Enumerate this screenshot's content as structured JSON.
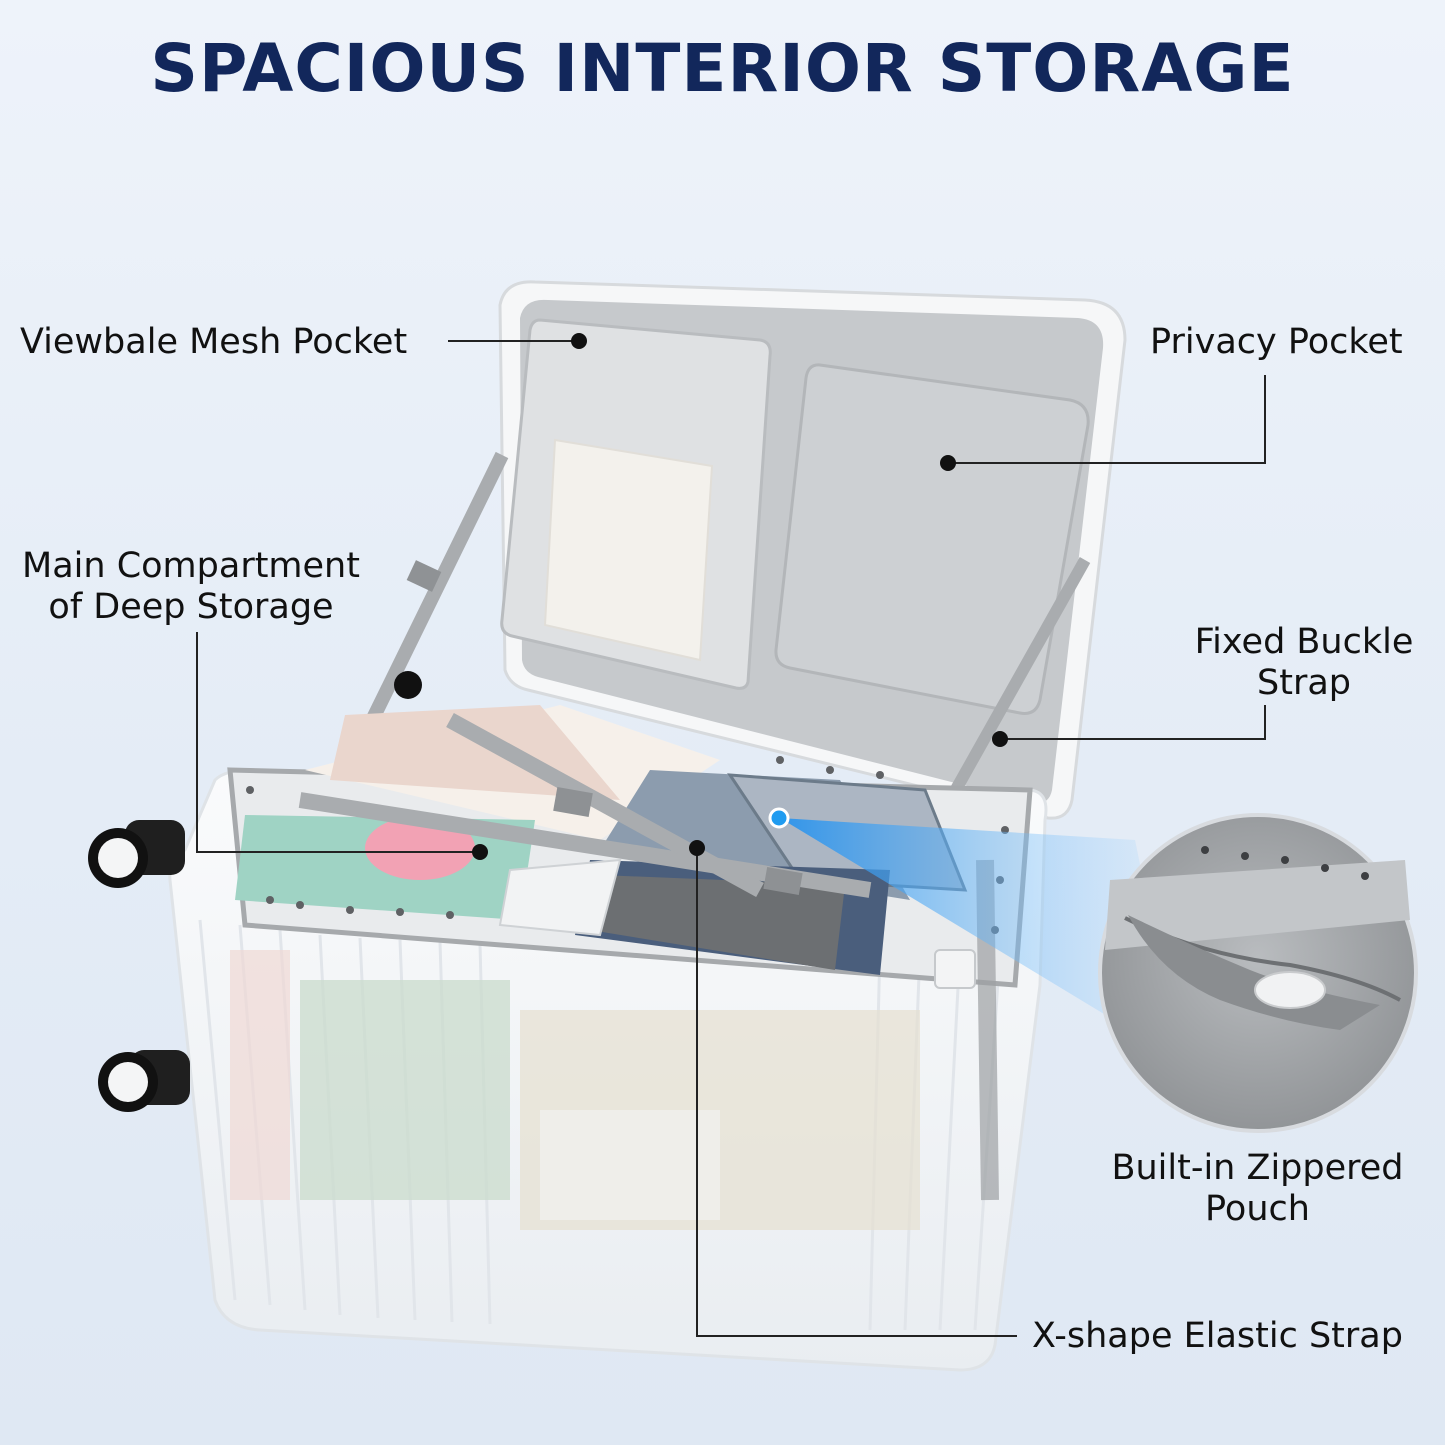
{
  "headline": "SPACIOUS INTERIOR STORAGE",
  "colors": {
    "headline": "#12275b",
    "background": "#e8eef7",
    "lining": "#c9cccf",
    "shell": "#f4f6f8",
    "callout_blue": "#1f9bf0"
  },
  "callouts": {
    "mesh_pocket": "Viewbale Mesh Pocket",
    "privacy_pocket": "Privacy Pocket",
    "main_compartment": {
      "line1": "Main Compartment",
      "line2": "of Deep Storage"
    },
    "buckle_strap": {
      "line1": "Fixed Buckle",
      "line2": "Strap"
    },
    "zippered_pouch": {
      "line1": "Built-in Zippered",
      "line2": "Pouch"
    },
    "elastic_strap": "X-shape Elastic Strap"
  }
}
